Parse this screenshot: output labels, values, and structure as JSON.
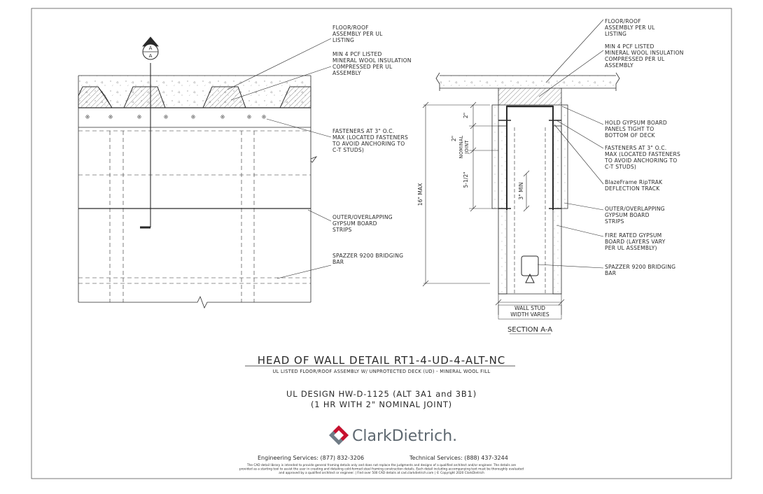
{
  "left_detail": {
    "section_marker_top": "A",
    "section_marker_bottom": "A",
    "notes": {
      "floor_roof": [
        "FLOOR/ROOF",
        "ASSEMBLY PER UL",
        "LISTING"
      ],
      "insulation": [
        "MIN 4 PCF LISTED",
        "MINERAL WOOL INSULATION",
        "COMPRESSED PER UL",
        "ASSEMBLY"
      ],
      "fasteners": [
        "FASTENERS AT 3\" O.C.",
        "MAX (LOCATED FASTENERS",
        "TO AVOID ANCHORING TO",
        "C-T STUDS)"
      ],
      "outer_strips": [
        "OUTER/OVERLAPPING",
        "GYPSUM BOARD",
        "STRIPS"
      ],
      "bridging": [
        "SPAZZER 9200 BRIDGING",
        "BAR"
      ]
    }
  },
  "section_detail": {
    "notes": {
      "floor_roof": [
        "FLOOR/ROOF",
        "ASSEMBLY PER UL",
        "LISTING"
      ],
      "insulation": [
        "MIN 4 PCF LISTED",
        "MINERAL WOOL INSULATION",
        "COMPRESSED PER UL",
        "ASSEMBLY"
      ],
      "hold_gypsum": [
        "HOLD GYPSUM BOARD",
        "PANELS TIGHT TO",
        "BOTTOM OF DECK"
      ],
      "fasteners": [
        "FASTENERS AT 3\" O.C.",
        "MAX (LOCATED FASTENERS",
        "TO AVOID ANCHORING TO",
        "C-T STUDS)"
      ],
      "track": [
        "BlazeFrame RipTRAK",
        "DEFLECTION TRACK"
      ],
      "outer_strips": [
        "OUTER/OVERLAPPING",
        "GYPSUM BOARD",
        "STRIPS"
      ],
      "fire_rated": [
        "FIRE RATED GYPSUM",
        "BOARD (LAYERS VARY",
        "PER UL ASSEMBLY)"
      ],
      "bridging": [
        "SPAZZER 9200 BRIDGING",
        "BAR"
      ]
    },
    "dimensions": {
      "max_height": "16\" MAX",
      "top_gap": "2\"",
      "nominal_joint_value": "2\"",
      "nominal_joint_label": [
        "NOMINAL",
        "JOINT"
      ],
      "leg": "5-1/2\"",
      "min_overlap": "3\" MIN",
      "stud_width": [
        "WALL STUD",
        "WIDTH VARIES"
      ]
    },
    "section_title": "SECTION A-A"
  },
  "title_block": {
    "title": "HEAD OF WALL DETAIL RT1-4-UD-4-ALT-NC",
    "subtitle": "UL LISTED FLOOR/ROOF ASSEMBLY W/ UNPROTECTED DECK (UD) - MINERAL WOOL FILL",
    "design_line1": "UL DESIGN HW-D-1125 (ALT 3A1 and 3B1)",
    "design_line2": "(1 HR WITH 2\" NOMINAL JOINT)",
    "brand": "ClarkDietrich.",
    "engineering": "Engineering Services: (877) 832-3206",
    "technical": "Technical Services: (888) 437-3244",
    "disclaimer": [
      "The CAD detail library is intended to provide general framing details only and does not replace the judgments and designs of a qualified architect and/or engineer. The details are",
      "provided as a starting tool to assist the user in creating and detailing cold-formed steel framing construction details. Each detail including accompanying text must be thoroughly evaluated",
      "and approved by a qualified architect or engineer.    |    Find over 500 CAD details at cad.clarkdietrich.com    |    © Copyright 2020 ClarkDietrich"
    ]
  },
  "colors": {
    "line": "#2a2a2a",
    "brand_red": "#c8102e",
    "brand_gray": "#6f7b85",
    "brand_text": "#5e6870"
  }
}
